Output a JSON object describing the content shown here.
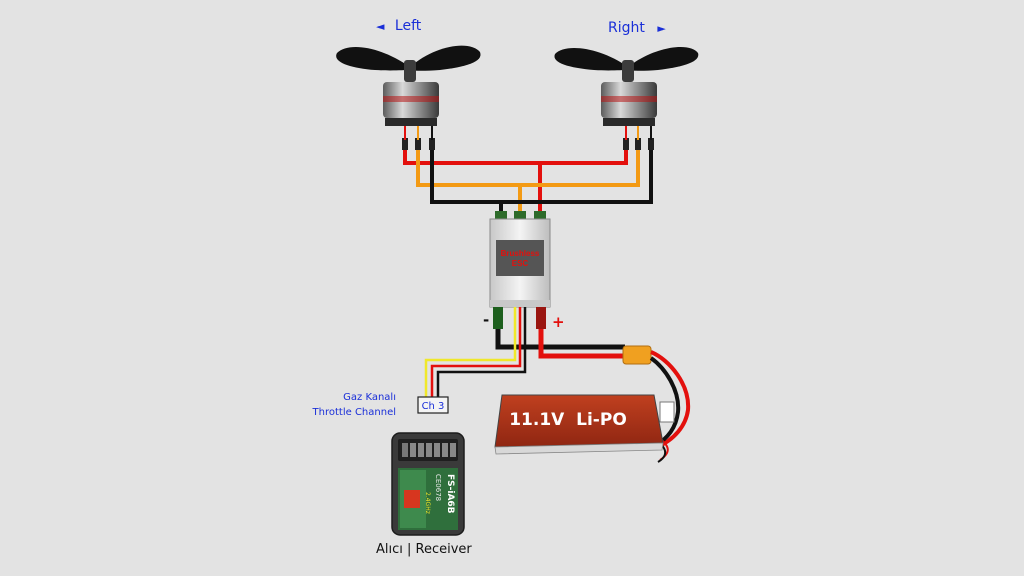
{
  "motors": {
    "left": {
      "label": "Left",
      "arrow": "◄"
    },
    "right": {
      "label": "Right",
      "arrow": "►"
    }
  },
  "esc": {
    "line1": "Brushless",
    "line2": "ESC",
    "minus": "-",
    "plus": "+"
  },
  "throttle": {
    "tr": "Gaz Kanalı",
    "en": "Throttle Channel",
    "channel": "Ch 3"
  },
  "battery": {
    "label": "11.1V  Li-PO"
  },
  "receiver": {
    "caption": "Alıcı | Receiver",
    "model": "FS-iA6B",
    "code": "CE0678",
    "side": "2.4GHz"
  },
  "colors": {
    "background": "#e3e3e3",
    "red_wire": "#e3100d",
    "black_wire": "#111111",
    "orange_wire": "#f39a14",
    "yellow_wire": "#f0e82a",
    "battery": "#b3321a",
    "label_blue": "#1a2fd8"
  }
}
